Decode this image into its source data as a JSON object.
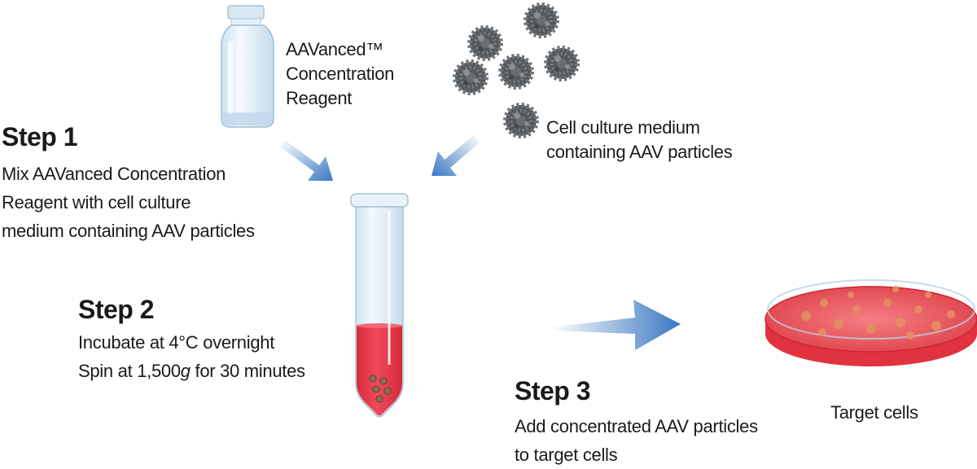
{
  "reagent": {
    "lines": [
      "AAVanced™",
      "Concentration",
      "Reagent"
    ]
  },
  "medium": {
    "lines": [
      "Cell culture medium",
      "containing AAV particles"
    ]
  },
  "step1": {
    "title": "Step 1",
    "lines": [
      "Mix AAVanced Concentration",
      "Reagent with cell culture",
      "medium containing AAV particles"
    ]
  },
  "step2": {
    "title": "Step 2",
    "line1": "Incubate at 4°C overnight",
    "line2_prefix": "Spin at 1,500",
    "line2_italic": "g",
    "line2_suffix": " for 30 minutes"
  },
  "step3": {
    "title": "Step 3",
    "lines": [
      "Add concentrated AAV particles",
      "to target cells"
    ]
  },
  "target": {
    "label": "Target cells"
  },
  "colors": {
    "arrow_blue": "#3a78c2",
    "medium_red": "#e53a4a",
    "particle_gray": "#5e6266",
    "vial_glass": "#dfeef8"
  }
}
